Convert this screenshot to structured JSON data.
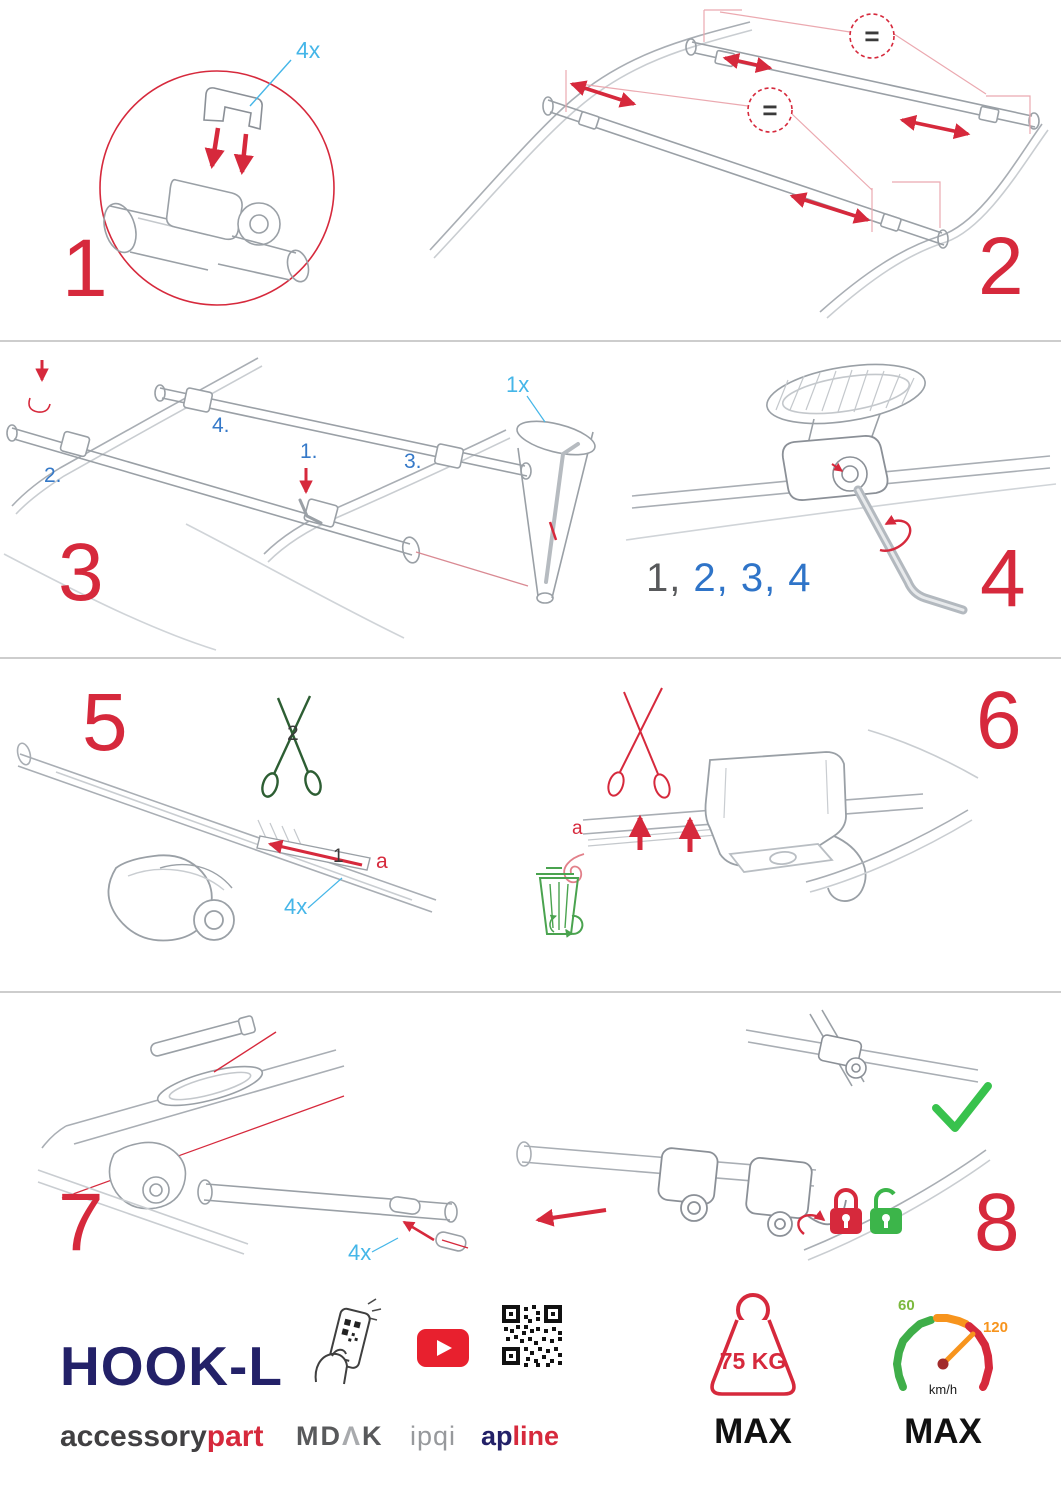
{
  "document": {
    "type": "roof-rack installation instructions"
  },
  "steps": {
    "n1": "1",
    "n2": "2",
    "n3": "3",
    "n4": "4",
    "n5": "5",
    "n6": "6",
    "n7": "7",
    "n8": "8"
  },
  "labels": {
    "s1_qty": "4x",
    "s2_equal_rear": "=",
    "s2_equal_front": "=",
    "s3_sub1": "1.",
    "s3_sub2": "2.",
    "s3_sub3": "3.",
    "s3_sub4": "4.",
    "s3_qty": "1x",
    "s4_seq_done": "1,",
    "s4_seq_rest": "2, 3, 4",
    "s5_num2": "2",
    "s5_num1": "1",
    "s5_a": "a",
    "s5_qty": "4x",
    "s6_a": "a",
    "s7_qty": "4x"
  },
  "footer": {
    "product": "HOOK-L",
    "brand_accessory": "accessory",
    "brand_part": "part",
    "logo_mdak_md": "MD",
    "logo_mdak_a": "Λ",
    "logo_mdak_k": "K",
    "logo_ipqi": "ipqi",
    "logo_apline_ap": "ap",
    "logo_apline_line": "line",
    "weight_value": "75 KG",
    "weight_max": "MAX",
    "speed_min": "60",
    "speed_max_value": "120",
    "speed_unit": "km/h",
    "speed_max": "MAX"
  },
  "icons": {
    "scissors_step5": "scissors-icon",
    "scissors_step6": "scissors-icon",
    "trash": "trash-recycle-icon",
    "lock_closed": "padlock-closed-icon",
    "lock_open": "padlock-open-icon",
    "checkmark": "checkmark-icon",
    "phone": "phone-scan-icon",
    "youtube": "youtube-play-icon",
    "qr": "qr-code",
    "weight": "weight-kettlebell-icon",
    "speedometer": "speedometer-icon"
  },
  "colors": {
    "step_red": "#d6293c",
    "qty_cyan": "#45b6e8",
    "sub_blue": "#3579c8",
    "navy": "#232168",
    "green": "#3cb54a",
    "brand_dark": "#414042"
  }
}
